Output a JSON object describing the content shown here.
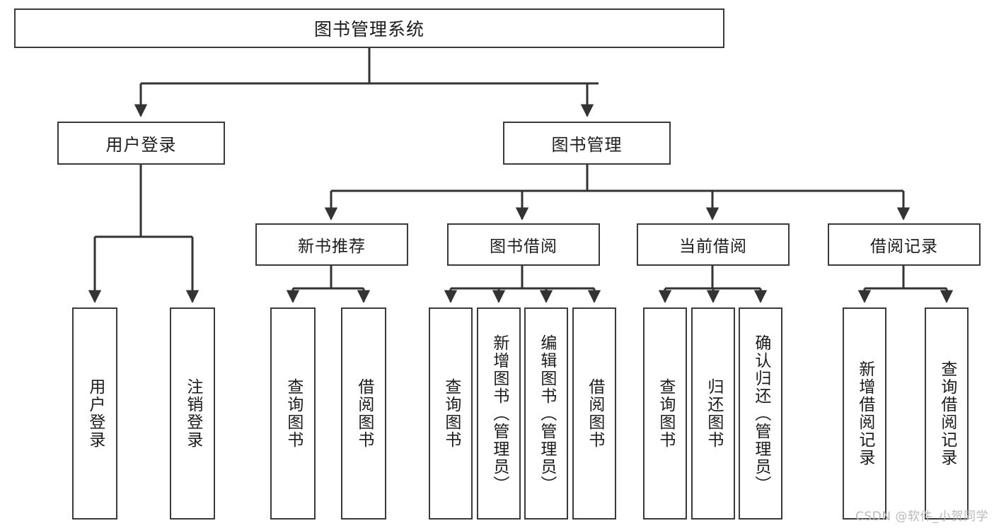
{
  "diagram": {
    "title": "图书管理系统",
    "watermark": "CSDN @软件_小贺同学",
    "colors": {
      "box_border": "#3a3a3a",
      "edge": "#333333",
      "background": "#ffffff",
      "text": "#1c1c1c",
      "watermark": "#b9b9b9"
    }
  },
  "nodes": {
    "root": {
      "label": "图书管理系统"
    },
    "level2": [
      {
        "id": "user-login",
        "label": "用户登录"
      },
      {
        "id": "book-manage",
        "label": "图书管理"
      }
    ],
    "level3": [
      {
        "id": "new-book-recommend",
        "label": "新书推荐"
      },
      {
        "id": "book-borrow",
        "label": "图书借阅"
      },
      {
        "id": "current-borrow",
        "label": "当前借阅"
      },
      {
        "id": "borrow-record",
        "label": "借阅记录"
      }
    ],
    "leaves": {
      "user_login": [
        {
          "id": "leaf-user-login",
          "label": "用户登录"
        },
        {
          "id": "leaf-logout",
          "label": "注销登录"
        }
      ],
      "new_book_recommend": [
        {
          "id": "leaf-query-book-1",
          "label": "查询图书"
        },
        {
          "id": "leaf-borrow-book-1",
          "label": "借阅图书"
        }
      ],
      "book_borrow": [
        {
          "id": "leaf-query-book-2",
          "label": "查询图书"
        },
        {
          "id": "leaf-add-book",
          "label": "新增图书（管理员）"
        },
        {
          "id": "leaf-edit-book",
          "label": "编辑图书（管理员）"
        },
        {
          "id": "leaf-borrow-book-2",
          "label": "借阅图书"
        }
      ],
      "current_borrow": [
        {
          "id": "leaf-query-book-3",
          "label": "查询图书"
        },
        {
          "id": "leaf-return-book",
          "label": "归还图书"
        },
        {
          "id": "leaf-confirm-return",
          "label": "确认归还（管理员）"
        }
      ],
      "borrow_record": [
        {
          "id": "leaf-add-record",
          "label": "新增借阅记录"
        },
        {
          "id": "leaf-query-record",
          "label": "查询借阅记录"
        }
      ]
    }
  }
}
